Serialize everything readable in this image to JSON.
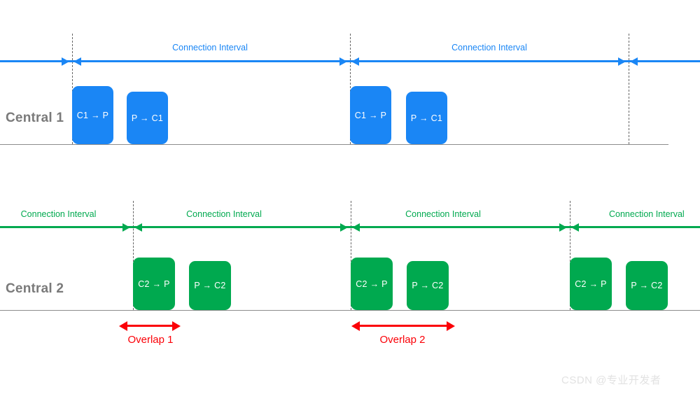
{
  "diagram": {
    "title_visible": false,
    "colors": {
      "central1": "#1a86f5",
      "central2": "#00a94f",
      "overlap": "#fb0007",
      "axis_gray": "#8c8c8c",
      "label_gray": "#7a7a7a",
      "watermark": "#e2e2e2"
    }
  },
  "lanes": [
    {
      "id": "central-1",
      "label": "Central 1",
      "color": "#1a86f5",
      "intervals": [
        {
          "label": "Connection Interval"
        },
        {
          "label": "Connection Interval"
        }
      ],
      "packets": [
        {
          "label": "C1 → P"
        },
        {
          "label": "P → C1"
        },
        {
          "label": "C1 → P"
        },
        {
          "label": "P → C1"
        }
      ]
    },
    {
      "id": "central-2",
      "label": "Central 2",
      "color": "#00a94f",
      "intervals": [
        {
          "label": "Connection Interval"
        },
        {
          "label": "Connection Interval"
        },
        {
          "label": "Connection Interval"
        },
        {
          "label": "Connection Interval"
        }
      ],
      "packets": [
        {
          "label": "C2 → P"
        },
        {
          "label": "P → C2"
        },
        {
          "label": "C2 → P"
        },
        {
          "label": "P → C2"
        },
        {
          "label": "C2 → P"
        },
        {
          "label": "P → C2"
        }
      ]
    }
  ],
  "overlaps": [
    {
      "id": "overlap-1",
      "label": "Overlap 1"
    },
    {
      "id": "overlap-2",
      "label": "Overlap 2"
    }
  ],
  "watermark": {
    "text": "CSDN @专业开发者"
  }
}
